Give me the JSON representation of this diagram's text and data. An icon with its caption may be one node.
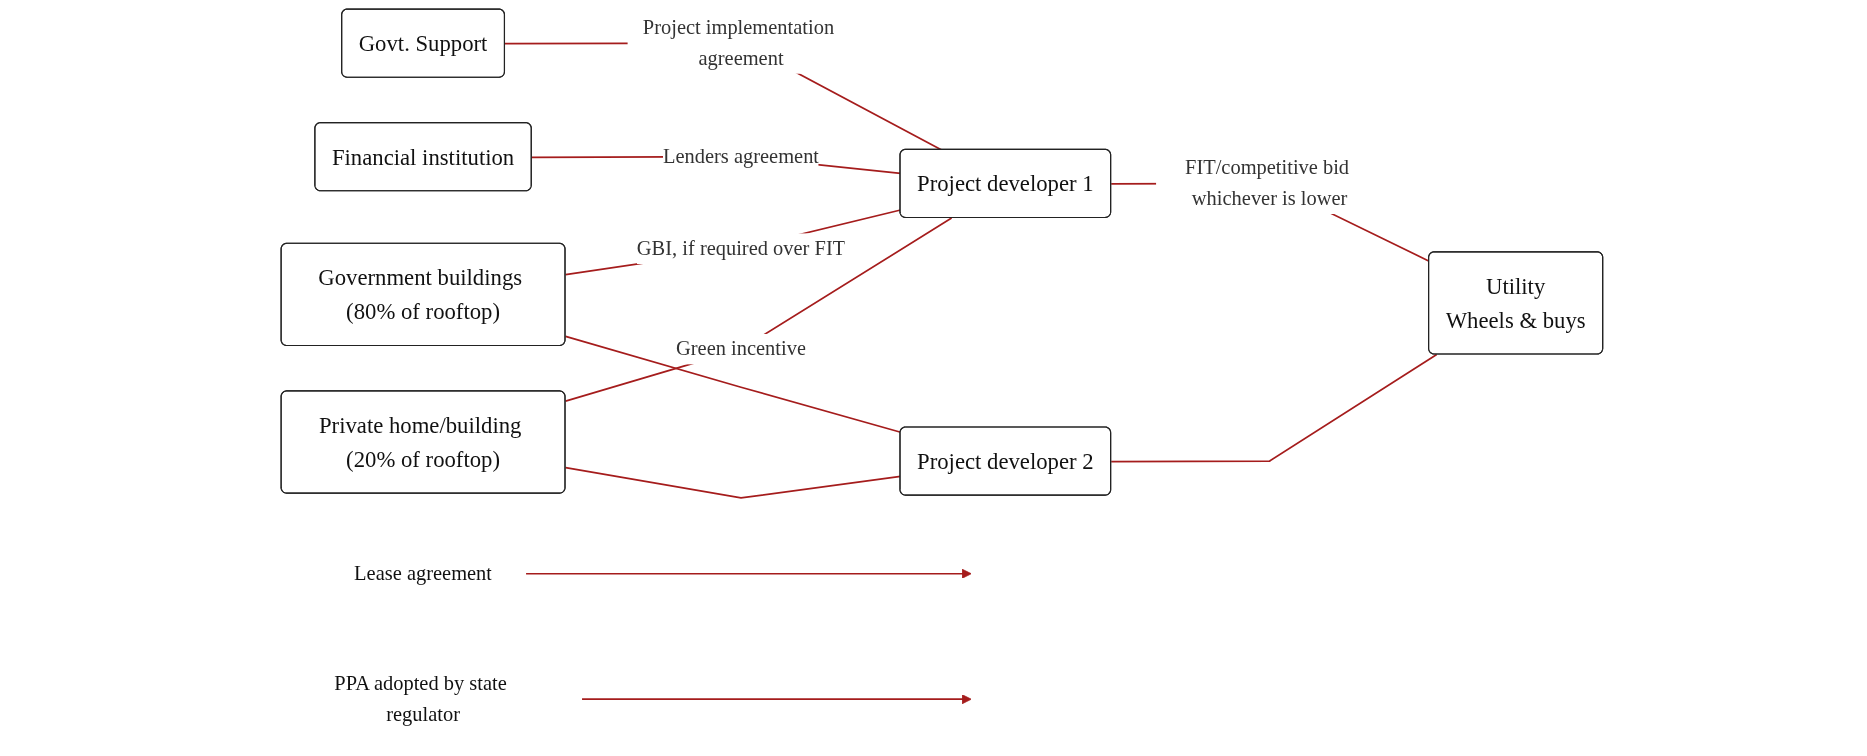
{
  "diagram": {
    "nodes": [
      {
        "text": [
          "Govt. Support"
        ]
      },
      {
        "text": [
          "Financial institution"
        ]
      },
      {
        "text": [
          "Government buildings (80% of rooftop)"
        ]
      },
      {
        "text": [
          "Private home/building (20% of rooftop)"
        ]
      },
      {
        "text": [
          "Project developer 1"
        ]
      },
      {
        "text": [
          "Project developer 2"
        ]
      },
      {
        "text": [
          "Utility",
          "Wheels & buys"
        ]
      },
      {
        "text": [
          "Lease agreement"
        ]
      },
      {
        "text": [
          "PPA adopted by state regulator"
        ]
      }
    ],
    "edges": [
      {
        "from": 0,
        "to": 4,
        "arrow": "none",
        "label": "Project implementation agreement"
      },
      {
        "from": 1,
        "to": 4,
        "arrow": "none",
        "label": "Lenders agreement"
      },
      {
        "from": 2,
        "to": 4,
        "arrow": "none",
        "label": "GBI, if required over FIT"
      },
      {
        "from": 2,
        "to": 5,
        "arrow": "none"
      },
      {
        "from": 3,
        "to": 4,
        "arrow": "none",
        "label": "Green incentive"
      },
      {
        "from": 3,
        "to": 5,
        "arrow": "none"
      },
      {
        "from": 4,
        "to": 6,
        "arrow": "none",
        "label": "FIT/competitive bid whichever is lower"
      },
      {
        "from": 5,
        "to": 6,
        "arrow": "none"
      },
      {
        "from": 7,
        "to": null,
        "arrow": "to"
      },
      {
        "from": 8,
        "to": null,
        "arrow": "to"
      }
    ]
  }
}
